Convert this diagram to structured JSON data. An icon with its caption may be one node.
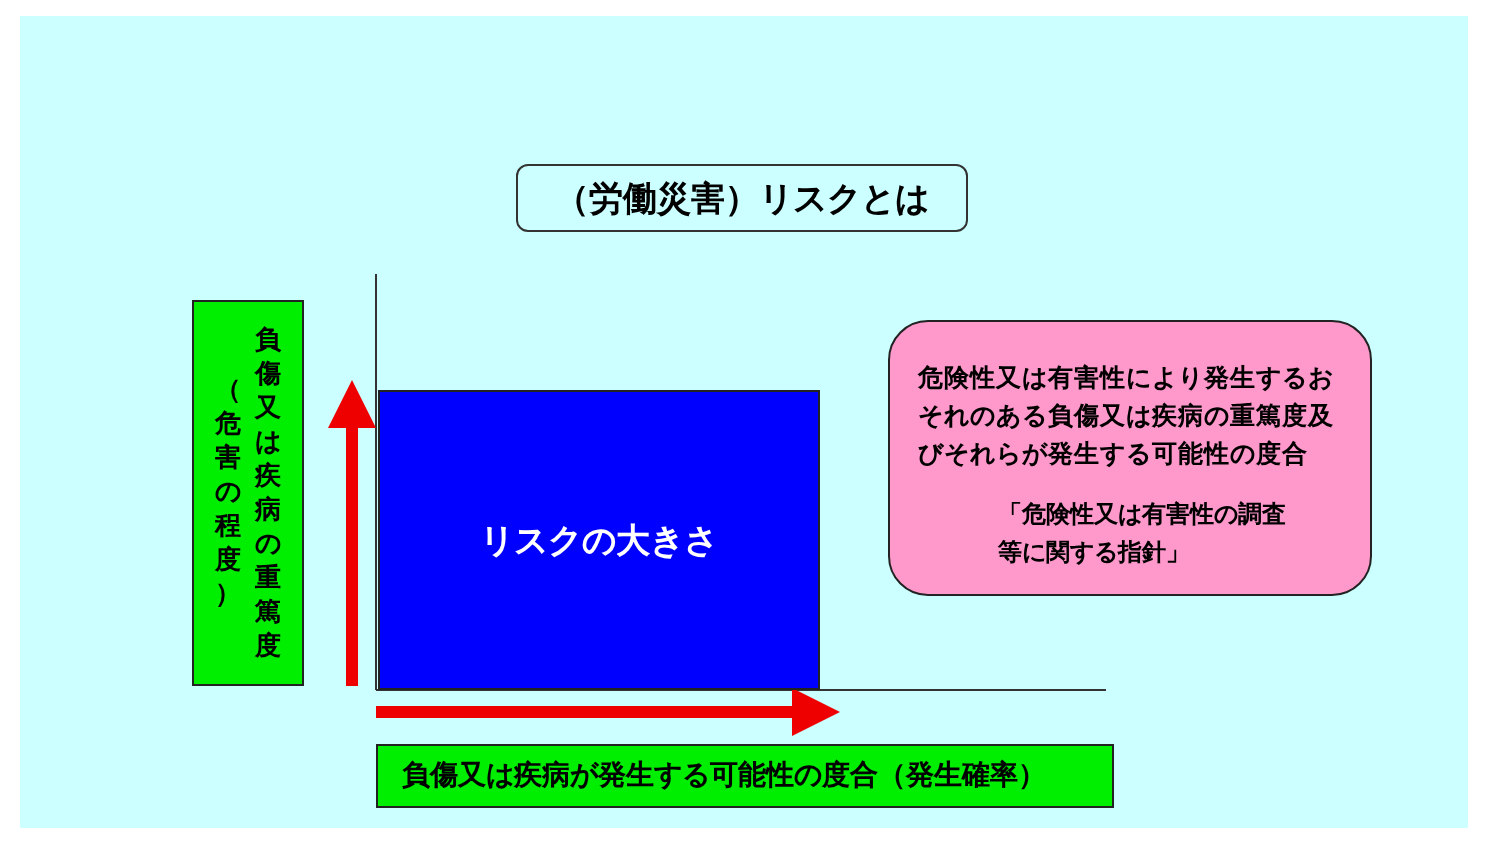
{
  "diagram": {
    "title": "（労働災害）リスクとは",
    "nodes": [
      {
        "text": [
          "（危害の程度）",
          "負傷又は疾病の重篤度"
        ]
      },
      {
        "text": [
          "リスクの大きさ"
        ]
      },
      {
        "text": [
          "危険性又は有害性により発生するおそれのある負傷又は疾病の重篤度及びそれらが発生する可能性の度合",
          "「危険性又は有害性の調査等に関する指針」"
        ]
      },
      {
        "text": [
          "負傷又は疾病が発生する可能性の度合（発生確率）"
        ]
      }
    ],
    "edges": []
  }
}
